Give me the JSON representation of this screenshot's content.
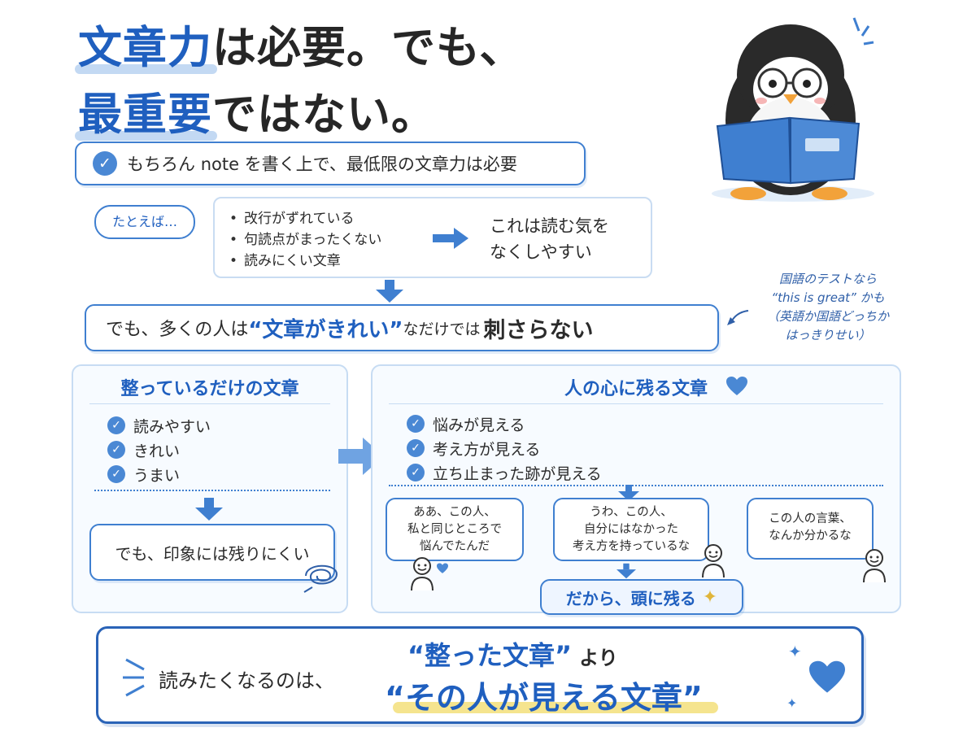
{
  "title": {
    "line1_blue": "文章力",
    "line1_rest": "は必要。でも、",
    "line2_blue": "最重要",
    "line2_rest": "ではない。"
  },
  "premise": {
    "before_note": "もちろん ",
    "note": "note",
    "after_note": " を書く上で、最低限の文章力は必要"
  },
  "example": {
    "label": "たとえば…",
    "items": [
      "改行がずれている",
      "句読点がまったくない",
      "読みにくい文章"
    ],
    "result_line1": "これは読む気を",
    "result_line2": "なくしやすい"
  },
  "but": {
    "prefix": "でも、多くの人は",
    "quoted": "“文章がきれい”",
    "middle": "なだけでは",
    "emph": "刺さらない"
  },
  "side_note": {
    "line1": "国語のテストなら",
    "line2": "“this is great” かも",
    "line3": "（英語か国語どっちか",
    "line4": "はっきりせい）"
  },
  "left_panel": {
    "title": "整っているだけの文章",
    "checks": [
      "読みやすい",
      "きれい",
      "うまい"
    ],
    "result": "でも、印象には残りにくい"
  },
  "right_panel": {
    "title": "人の心に残る文章",
    "checks": [
      "悩みが見える",
      "考え方が見える",
      "立ち止まった跡が見える"
    ],
    "bubbles": [
      {
        "lines": [
          "ああ、この人、",
          "私と同じところで",
          "悩んでたんだ"
        ]
      },
      {
        "lines": [
          "うわ、この人、",
          "自分にはなかった",
          "考え方を持っているな"
        ]
      },
      {
        "lines": [
          "この人の言葉、",
          "なんか分かるな"
        ]
      }
    ],
    "conclusion": "だから、頭に残る"
  },
  "bottom": {
    "lead": "読みたくなるのは、",
    "line1": "“整った文章”",
    "line1_suffix": "より",
    "line2": "“その人が見える文章”"
  },
  "colors": {
    "accent": "#1f5fbf",
    "border": "#3f7fd0",
    "soft_border": "#c7dcf3",
    "highlight": "#f3df7a"
  },
  "icons": [
    "check-circle-icon",
    "arrow-right-icon",
    "arrow-down-icon",
    "heart-icon",
    "sparkle-icon",
    "person-icon",
    "penguin-illustration"
  ]
}
